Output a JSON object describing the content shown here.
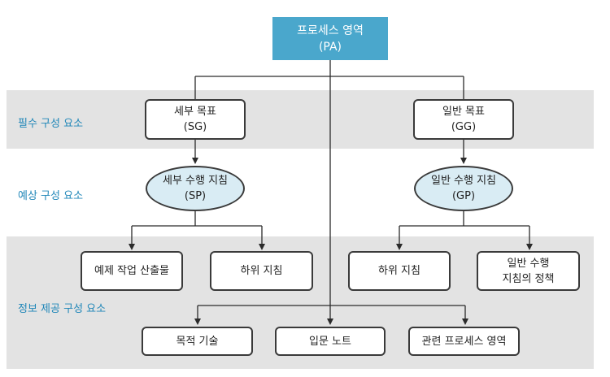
{
  "pa": {
    "line1": "프로세스 영역",
    "line2": "(PA)"
  },
  "bands": {
    "required": "필수 구성 요소",
    "expected": "예상 구성 요소",
    "informative": "정보 제공 구성 요소"
  },
  "sg": {
    "line1": "세부 목표",
    "line2": "(SG)"
  },
  "gg": {
    "line1": "일반 목표",
    "line2": "(GG)"
  },
  "sp": {
    "line1": "세부 수행 지침",
    "line2": "(SP)"
  },
  "gp": {
    "line1": "일반 수행 지침",
    "line2": "(GP)"
  },
  "work_products": "예제 작업 산출물",
  "sp_subpractices": "하위 지침",
  "gp_subpractices": "하위 지침",
  "gp_elaboration": {
    "line1": "일반 수행",
    "line2": "지침의 정책"
  },
  "purpose": "목적 기술",
  "intro_notes": "입문 노트",
  "related_pa": "관련 프로세스 영역"
}
